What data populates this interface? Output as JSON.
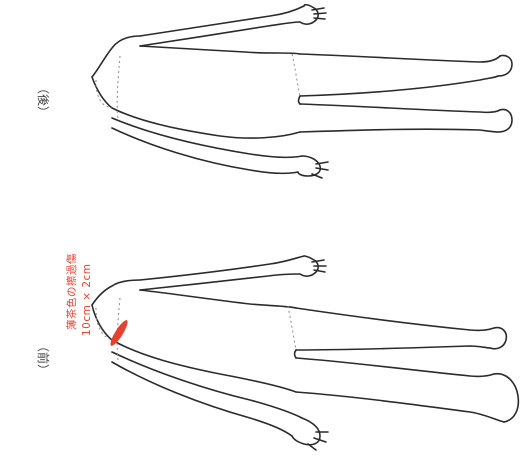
{
  "labels": {
    "front": "（前）",
    "back": "（後）"
  },
  "annotation": {
    "description": "薄茶色の擦過傷",
    "size": "10cm × 2cm",
    "color": "#e8402f"
  }
}
